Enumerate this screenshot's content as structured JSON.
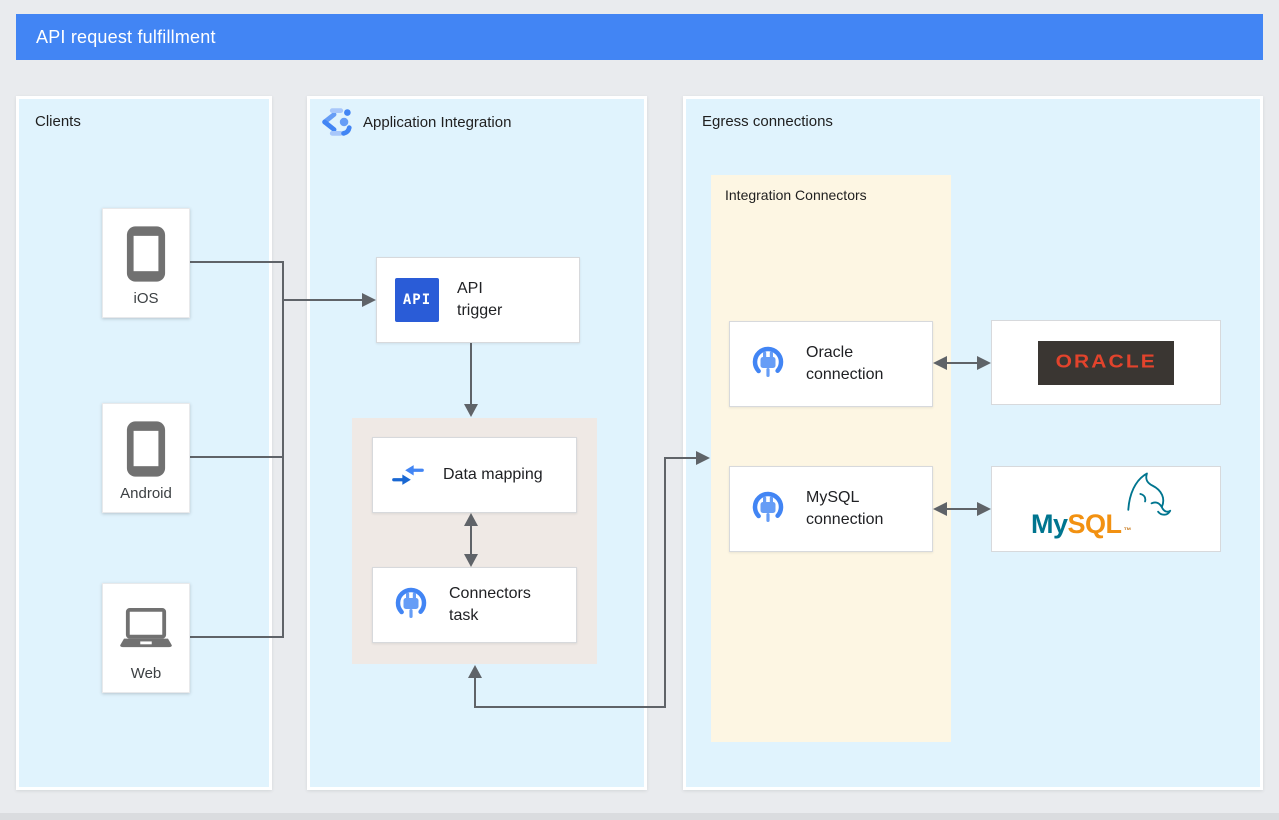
{
  "header": {
    "title": "API request fulfillment"
  },
  "clients": {
    "label": "Clients",
    "devices": [
      {
        "label": "iOS",
        "icon": "smartphone-icon"
      },
      {
        "label": "Android",
        "icon": "smartphone-icon"
      },
      {
        "label": "Web",
        "icon": "laptop-icon"
      }
    ]
  },
  "application_integration": {
    "label": "Application Integration",
    "api_trigger": {
      "badge": "API",
      "label": "API trigger"
    },
    "data_mapping": {
      "label": "Data mapping"
    },
    "connectors_task": {
      "label": "Connectors task"
    }
  },
  "egress": {
    "label": "Egress connections",
    "integration_connectors": {
      "label": "Integration Connectors",
      "connections": [
        {
          "label": "Oracle connection"
        },
        {
          "label": "MySQL connection"
        }
      ]
    },
    "systems": [
      {
        "name": "Oracle",
        "logo_text": "ORACLE"
      },
      {
        "name": "MySQL",
        "logo_my": "My",
        "logo_sql": "SQL",
        "logo_tm": "™"
      }
    ]
  },
  "colors": {
    "header_bg": "#4285f4",
    "panel_bg": "#e0f3fd",
    "process_zone_bg": "#efe9e5",
    "connectors_zone_bg": "#fdf6e3",
    "wire": "#5f6368",
    "api_badge_bg": "#2a5cd7",
    "oracle_red": "#e2432c",
    "oracle_chip_bg": "#3a3632",
    "mysql_teal": "#00758f",
    "mysql_orange": "#f29111"
  }
}
